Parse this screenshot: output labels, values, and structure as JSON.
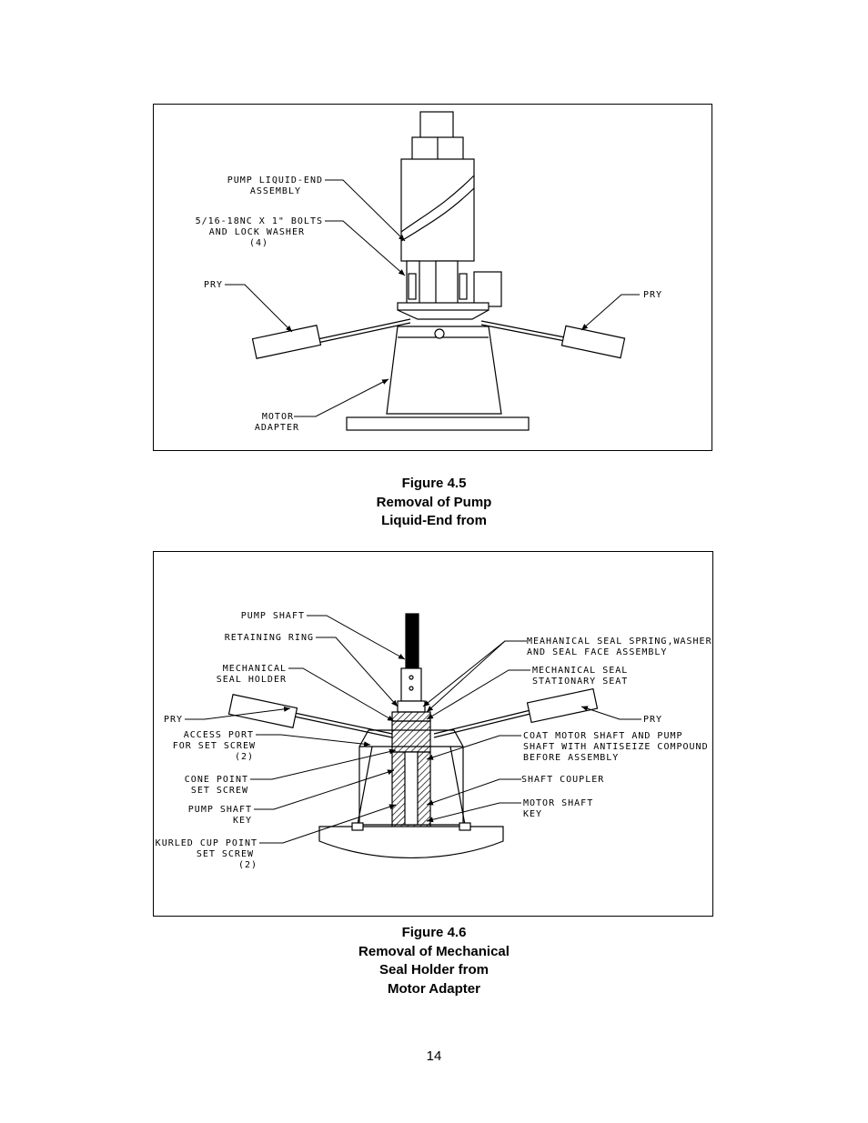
{
  "figure1": {
    "labels": {
      "pump_liquid_end_1": "PUMP LIQUID-END",
      "pump_liquid_end_2": "ASSEMBLY",
      "bolts_1": "5/16-18NC X 1\" BOLTS",
      "bolts_2": "AND LOCK WASHER",
      "bolts_3": "(4)",
      "pry_left": "PRY",
      "pry_right": "PRY",
      "motor_1": "MOTOR",
      "motor_2": "ADAPTER"
    },
    "caption": {
      "line1": "Figure 4.5",
      "line2": "Removal of Pump",
      "line3": "Liquid-End from"
    }
  },
  "figure2": {
    "labels": {
      "pump_shaft": "PUMP SHAFT",
      "retaining_ring": "RETAINING RING",
      "mech_holder_1": "MECHANICAL",
      "mech_holder_2": "SEAL HOLDER",
      "pry_left": "PRY",
      "access_port_1": "ACCESS PORT",
      "access_port_2": "FOR SET SCREW",
      "access_port_3": "(2)",
      "cone_point_1": "CONE POINT",
      "cone_point_2": "SET SCREW",
      "pump_key_1": "PUMP SHAFT",
      "pump_key_2": "KEY",
      "knurled_1": "KURLED CUP POINT",
      "knurled_2": "SET SCREW",
      "knurled_3": "(2)",
      "spring_1": "MEAHANICAL SEAL SPRING,WASHER",
      "spring_2": "AND SEAL FACE ASSEMBLY",
      "stationary_1": "MECHANICAL SEAL",
      "stationary_2": "STATIONARY SEAT",
      "pry_right": "PRY",
      "coat_1": "COAT MOTOR SHAFT AND PUMP",
      "coat_2": "SHAFT WITH ANTISEIZE COMPOUND",
      "coat_3": "BEFORE ASSEMBLY",
      "coupler": "SHAFT COUPLER",
      "motor_key_1": "MOTOR SHAFT",
      "motor_key_2": "KEY"
    },
    "caption": {
      "line1": "Figure 4.6",
      "line2": "Removal of Mechanical",
      "line3": "Seal Holder from",
      "line4": "Motor Adapter"
    }
  },
  "page_number": "14"
}
